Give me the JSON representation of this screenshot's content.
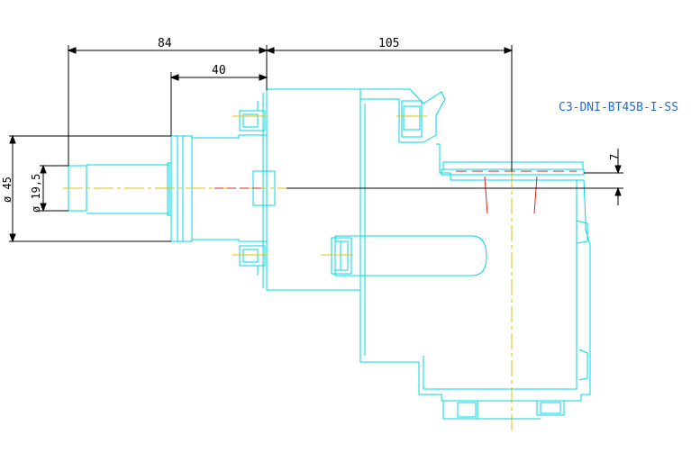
{
  "drawing": {
    "title": "C3-DNI-BT45B-I-SS",
    "dimensions": {
      "overall_left": "84",
      "shank_length": "40",
      "overall_right": "105",
      "offset": "7",
      "diameter_large": "ø 45",
      "diameter_small": "ø 19,5"
    },
    "colors": {
      "outline": "#00d8e6",
      "dimension": "#000000",
      "centerline": "#e0c000",
      "hidden": "#e02020",
      "title": "#1f6fd6"
    }
  }
}
